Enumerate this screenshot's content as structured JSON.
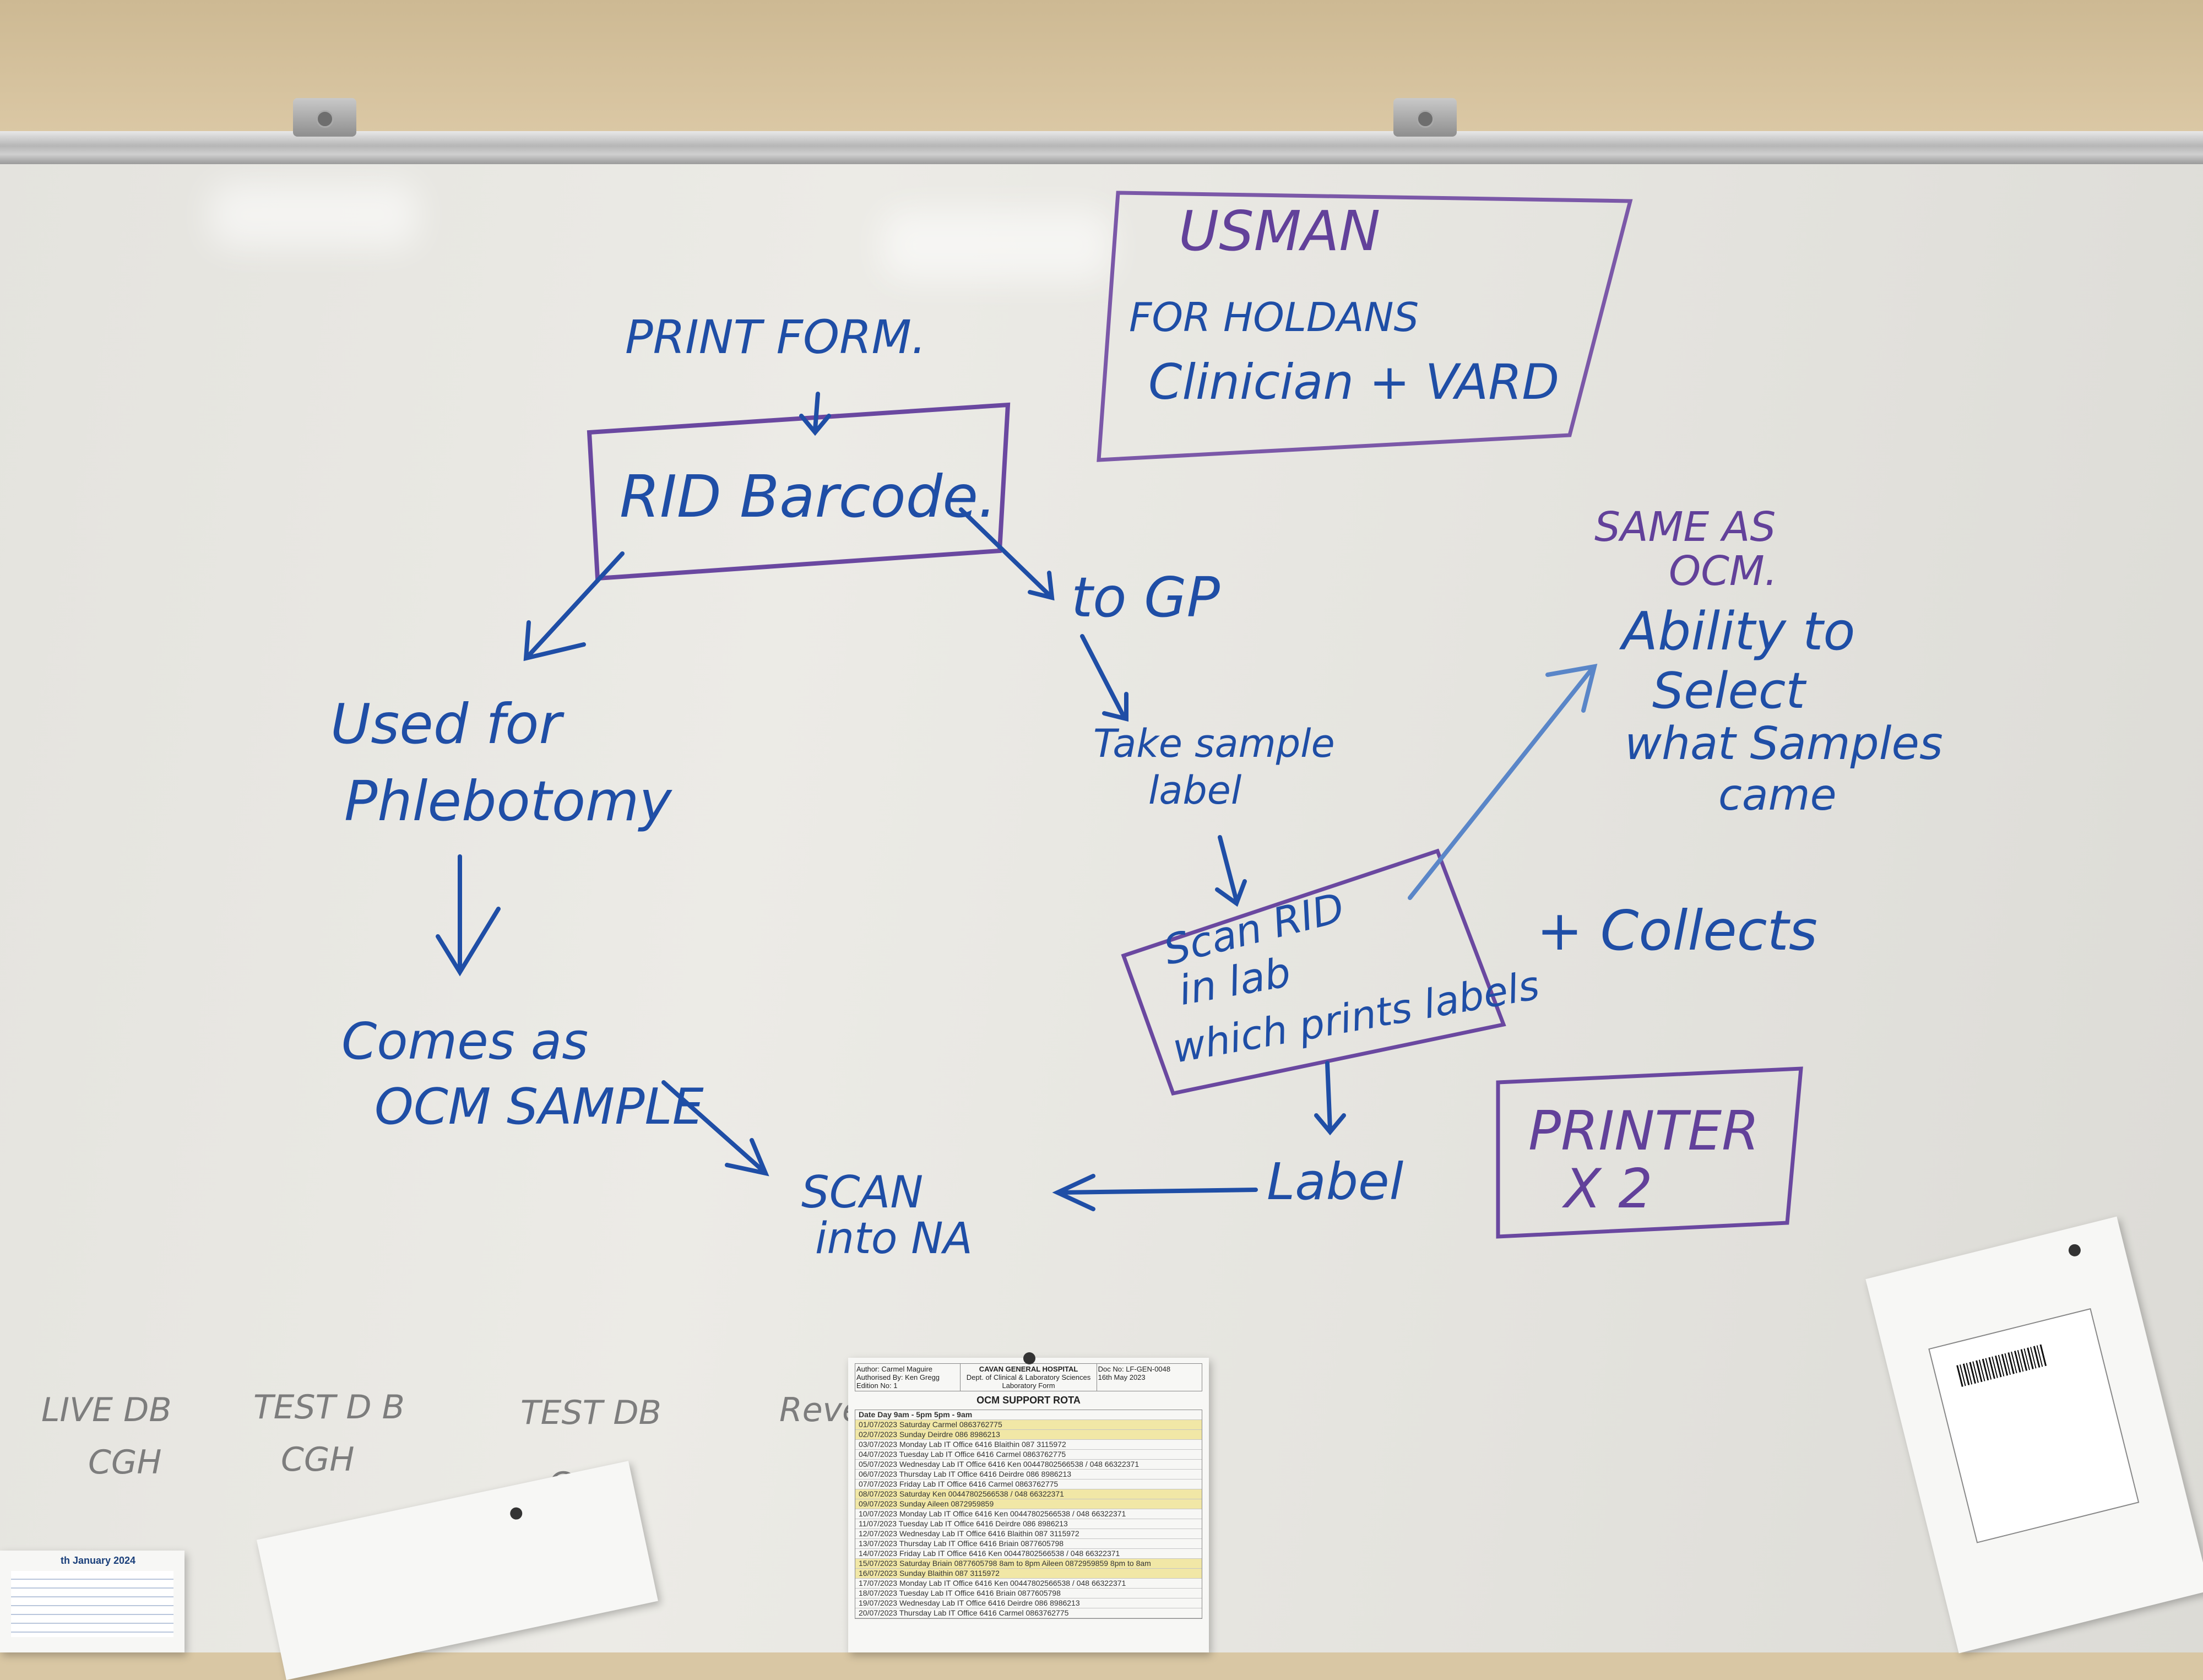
{
  "whiteboard": {
    "usman_box": {
      "title": "USMAN",
      "line1": "FOR HOLDANS",
      "line2": "Clinician + VARD"
    },
    "print_form": "PRINT FORM.",
    "rid_barcode": "RID Barcode.",
    "to_gp": "to GP",
    "used_for": "Used for",
    "phlebotomy": "Phlebotomy",
    "take_sample_label": [
      "Take sample",
      "label"
    ],
    "same_as_ocm": [
      "SAME AS",
      "OCM."
    ],
    "ability": [
      "Ability to",
      "Select",
      "what Samples",
      "came"
    ],
    "scan_rid_box": [
      "Scan RID",
      "in lab",
      "which prints labels"
    ],
    "collects": "+ Collects",
    "comes_as": [
      "Comes as",
      "OCM SAMPLE"
    ],
    "scan_into_na": [
      "SCAN",
      "into NA"
    ],
    "label": "Label",
    "printer_box": [
      "PRINTER",
      "X 2"
    ],
    "erased_notes": [
      "LIVE DB",
      "TEST D B",
      "TEST DB",
      "Revel",
      "CGH",
      "CGH",
      "CS"
    ]
  },
  "rota_sheet": {
    "author": "Author: Carmel Maguire",
    "hospital": "CAVAN GENERAL HOSPITAL",
    "dept": "Dept. of Clinical & Laboratory Sciences",
    "doc_no": "Doc No: LF-GEN-0048",
    "authorised": "Authorised By: Ken Gregg",
    "laboratory_form": "Laboratory Form",
    "issue_date": "16th May 2023",
    "edition": "Edition No: 1",
    "title": "OCM SUPPORT ROTA",
    "columns": [
      "Date",
      "Day",
      "9am - 5pm",
      "5pm - 9am"
    ],
    "rows": [
      [
        "01/07/2023",
        "Saturday",
        "",
        "Carmel 0863762775"
      ],
      [
        "02/07/2023",
        "Sunday",
        "",
        "Deirdre 086 8986213"
      ],
      [
        "03/07/2023",
        "Monday",
        "Lab IT Office 6416",
        "Blaithin 087 3115972"
      ],
      [
        "04/07/2023",
        "Tuesday",
        "Lab IT Office 6416",
        "Carmel 0863762775"
      ],
      [
        "05/07/2023",
        "Wednesday",
        "Lab IT Office 6416",
        "Ken 00447802566538 / 048 66322371"
      ],
      [
        "06/07/2023",
        "Thursday",
        "Lab IT Office 6416",
        "Deirdre 086 8986213"
      ],
      [
        "07/07/2023",
        "Friday",
        "Lab IT Office 6416",
        "Carmel 0863762775"
      ],
      [
        "08/07/2023",
        "Saturday",
        "",
        "Ken 00447802566538 / 048 66322371"
      ],
      [
        "09/07/2023",
        "Sunday",
        "",
        "Aileen 0872959859"
      ],
      [
        "10/07/2023",
        "Monday",
        "Lab IT Office 6416",
        "Ken 00447802566538 / 048 66322371"
      ],
      [
        "11/07/2023",
        "Tuesday",
        "Lab IT Office 6416",
        "Deirdre 086 8986213"
      ],
      [
        "12/07/2023",
        "Wednesday",
        "Lab IT Office 6416",
        "Blaithin 087 3115972"
      ],
      [
        "13/07/2023",
        "Thursday",
        "Lab IT Office 6416",
        "Briain 0877605798"
      ],
      [
        "14/07/2023",
        "Friday",
        "Lab IT Office 6416",
        "Ken 00447802566538 / 048 66322371"
      ],
      [
        "15/07/2023",
        "Saturday",
        "",
        "Briain 0877605798 8am to 8pm Aileen 0872959859 8pm to 8am"
      ],
      [
        "16/07/2023",
        "Sunday",
        "",
        "Blaithin 087 3115972"
      ],
      [
        "17/07/2023",
        "Monday",
        "Lab IT Office 6416",
        "Ken 00447802566538 / 048 66322371"
      ],
      [
        "18/07/2023",
        "Tuesday",
        "Lab IT Office 6416",
        "Briain 0877605798"
      ],
      [
        "19/07/2023",
        "Wednesday",
        "Lab IT Office 6416",
        "Deirdre 086 8986213"
      ],
      [
        "20/07/2023",
        "Thursday",
        "Lab IT Office 6416",
        "Carmel 0863762775"
      ]
    ]
  },
  "calendar_fragment": "th January 2024",
  "colors": {
    "blue_marker": "#1f4ea6",
    "purple_marker": "#62419a",
    "board": "#e8e7e2"
  }
}
